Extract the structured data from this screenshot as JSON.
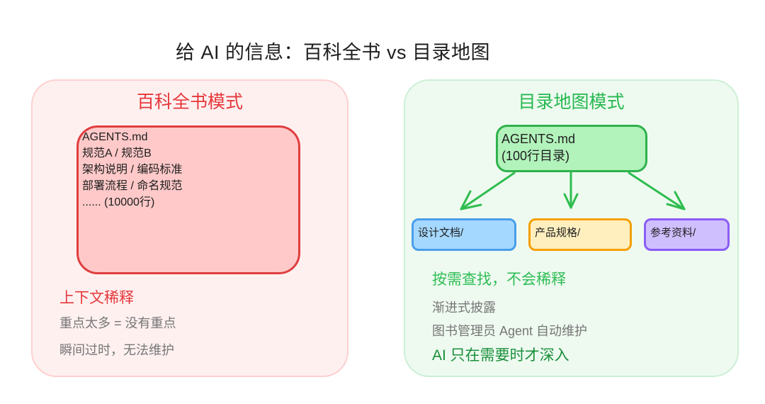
{
  "title": "给 AI 的信息：百科全书 vs 目录地图",
  "colors": {
    "encyclopedia_accent": "#e5383b",
    "map_accent": "#27b850",
    "design_folder": "#a5d8ff",
    "product_folder": "#ffefbf",
    "reference_folder": "#d0bfff"
  },
  "left": {
    "title": "百科全书模式",
    "doc_lines": [
      "AGENTS.md",
      "规范A / 规范B",
      "架构说明 / 编码标准",
      "部署流程 / 命名规范",
      "...... (10000行)"
    ],
    "heading": "上下文稀释",
    "notes": [
      "重点太多 = 没有重点",
      "瞬间过时，无法维护"
    ]
  },
  "right": {
    "title": "目录地图模式",
    "root": {
      "line1": "AGENTS.md",
      "line2": "(100行目录)"
    },
    "folders": [
      "设计文档/",
      "产品规格/",
      "参考资料/"
    ],
    "heading": "按需查找，不会稀释",
    "notes": [
      "渐进式披露",
      "图书管理员 Agent 自动维护"
    ],
    "strong": "AI 只在需要时才深入"
  }
}
